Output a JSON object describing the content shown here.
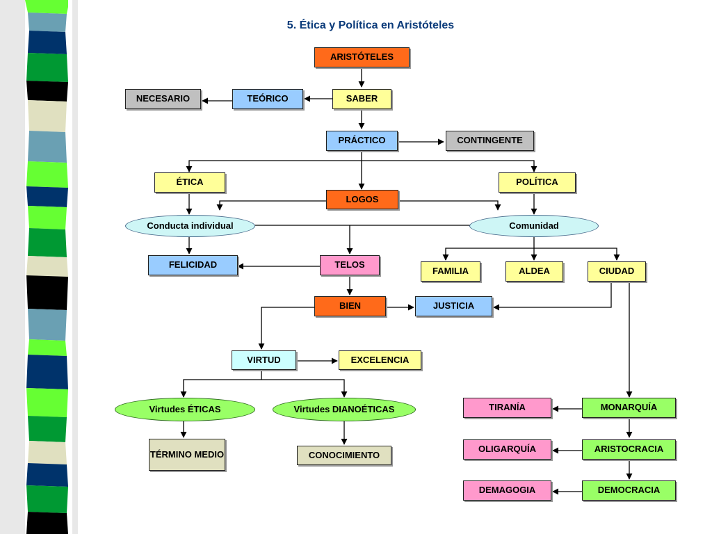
{
  "title": "5. Ética y Política en Aristóteles",
  "nodes": {
    "aristoteles": "ARISTÓTELES",
    "saber": "SABER",
    "teorico": "TEÓRICO",
    "necesario": "NECESARIO",
    "practico": "PRÁCTICO",
    "contingente": "CONTINGENTE",
    "etica": "ÉTICA",
    "politica": "POLÍTICA",
    "logos": "LOGOS",
    "conducta": "Conducta individual",
    "comunidad": "Comunidad",
    "felicidad": "FELICIDAD",
    "telos": "TELOS",
    "familia": "FAMILIA",
    "aldea": "ALDEA",
    "ciudad": "CIUDAD",
    "bien": "BIEN",
    "justicia": "JUSTICIA",
    "virtud": "VIRTUD",
    "excelencia": "EXCELENCIA",
    "virtudes_eticas": "Virtudes ÉTICAS",
    "virtudes_dianoeticas": "Virtudes DIANOÉTICAS",
    "termino_medio": "TÉRMINO MEDIO",
    "conocimiento": "CONOCIMIENTO",
    "tirania": "TIRANÍA",
    "monarquia": "MONARQUÍA",
    "oligarquia": "OLIGARQUÍA",
    "aristocracia": "ARISTOCRACIA",
    "demagogia": "DEMAGOGIA",
    "democracia": "DEMOCRACIA"
  },
  "colors": {
    "title": "#0b3b7a",
    "orange": "#ff6a1a",
    "yellow": "#ffff99",
    "gray": "#c0c0c0",
    "blue": "#99ccff",
    "pink": "#ff99cc",
    "green": "#99ff66",
    "sidebar": [
      "#00336b",
      "#6aa0b3",
      "#66ff33",
      "#000000",
      "#e0e0c0",
      "#009933",
      "#003366"
    ]
  }
}
